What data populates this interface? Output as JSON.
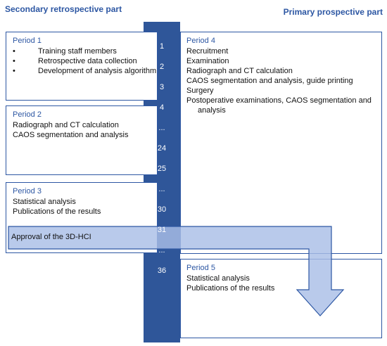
{
  "headings": {
    "left": "Secondary retrospective part",
    "right": "Primary prospective part"
  },
  "timeline": {
    "months": [
      "1",
      "2",
      "3",
      "4",
      "...",
      "24",
      "25",
      "...",
      "30",
      "31",
      "...",
      "36"
    ]
  },
  "periods": {
    "p1": {
      "title": "Period 1",
      "items": [
        "Training staff members",
        "Retrospective data collection",
        "Development of analysis algorithm"
      ]
    },
    "p2": {
      "title": "Period 2",
      "items": [
        "Radiograph and CT calculation",
        "CAOS segmentation and analysis"
      ]
    },
    "p3": {
      "title": "Period 3",
      "items": [
        "Statistical analysis",
        "Publications of the results"
      ]
    },
    "p4": {
      "title": "Period 4",
      "items": [
        "Recruitment",
        "Examination",
        "Radiograph and CT calculation",
        "CAOS segmentation and analysis, guide printing",
        "Surgery",
        "Postoperative examinations, CAOS segmentation and",
        "analysis"
      ]
    },
    "p5": {
      "title": "Period 5",
      "items": [
        "Statistical analysis",
        "Publications of the results"
      ]
    }
  },
  "approval": {
    "label": "Approval of the 3D-HCI"
  },
  "colors": {
    "brand_blue": "#2d57a3",
    "timeline_blue": "#2f5699",
    "arrow_fill": "#a9bee6",
    "arrow_stroke": "#2d57a3"
  }
}
